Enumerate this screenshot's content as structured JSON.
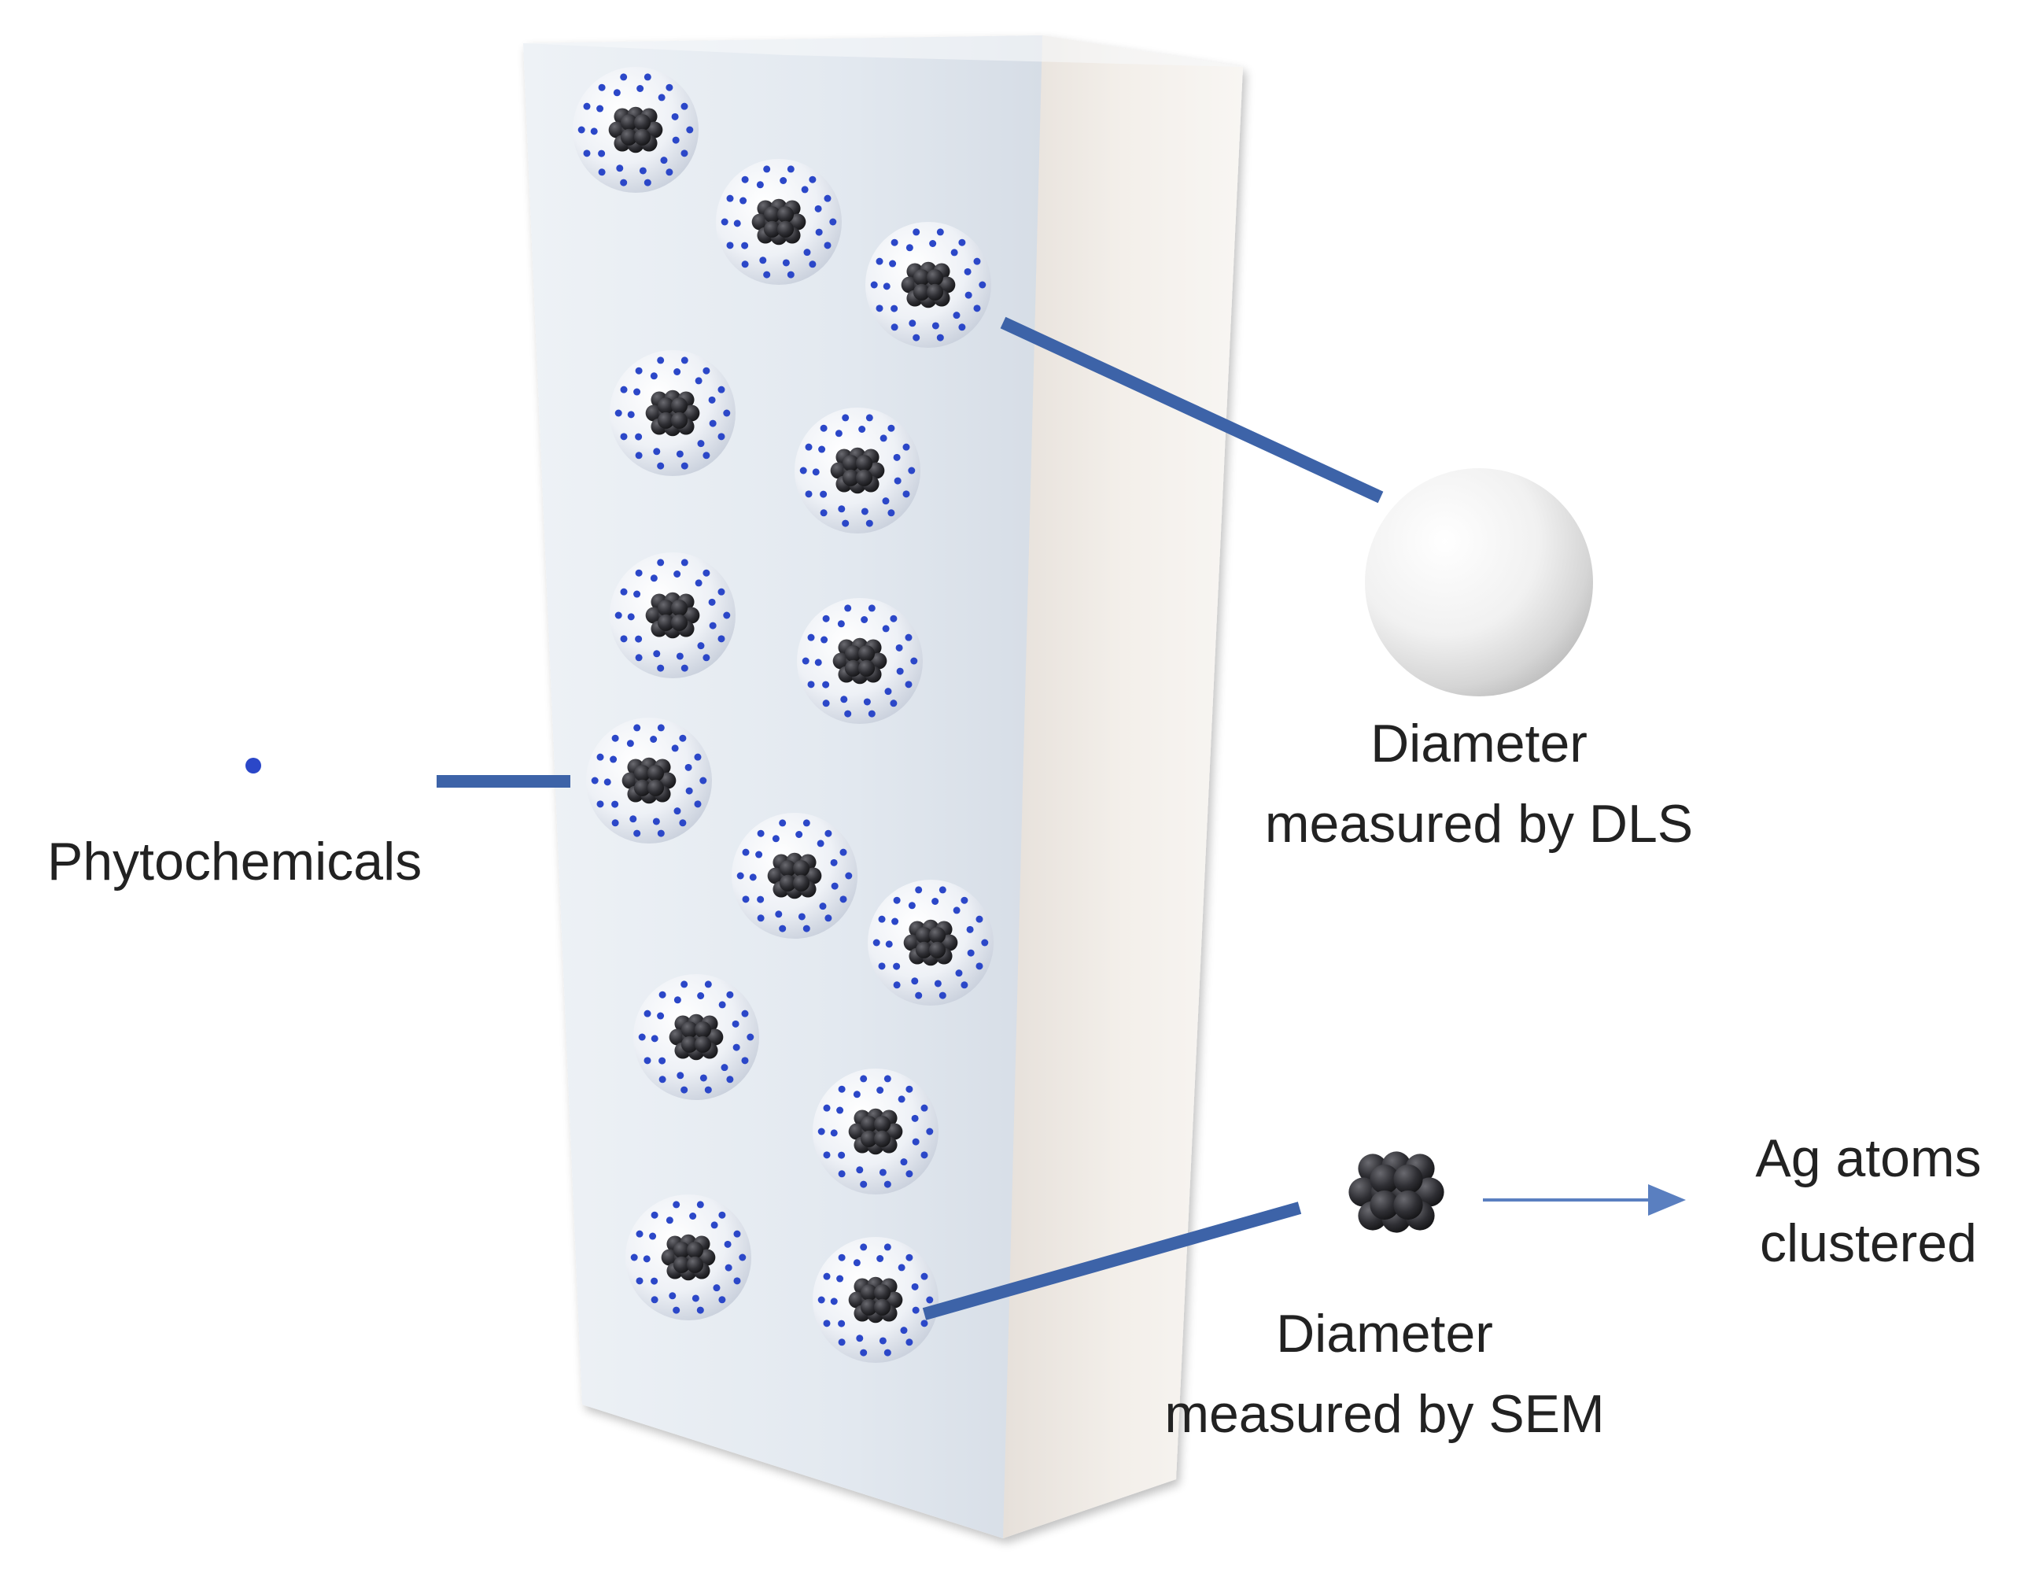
{
  "labels": {
    "phytochemicals": "Phytochemicals",
    "dls_line1": "Diameter",
    "dls_line2": "measured by DLS",
    "sem_line1": "Diameter",
    "sem_line2": "measured by SEM",
    "ag_line1": "Ag atoms",
    "ag_line2": "clustered"
  },
  "colors": {
    "connector": "#3d63a8",
    "phytochemical_dot": "#2b47c8",
    "ag_atom": "#2c2c30",
    "cuvette_front": "#dfe6ee",
    "cuvette_side": "#ede8e2",
    "arrow": "#5a7fc0"
  },
  "icons": {
    "cuvette": "cuvette-shape",
    "nanoparticle": "capped-silver-nanoparticle",
    "hydrodynamic_sphere": "white-sphere",
    "silver_cluster": "silver-atom-cluster"
  }
}
